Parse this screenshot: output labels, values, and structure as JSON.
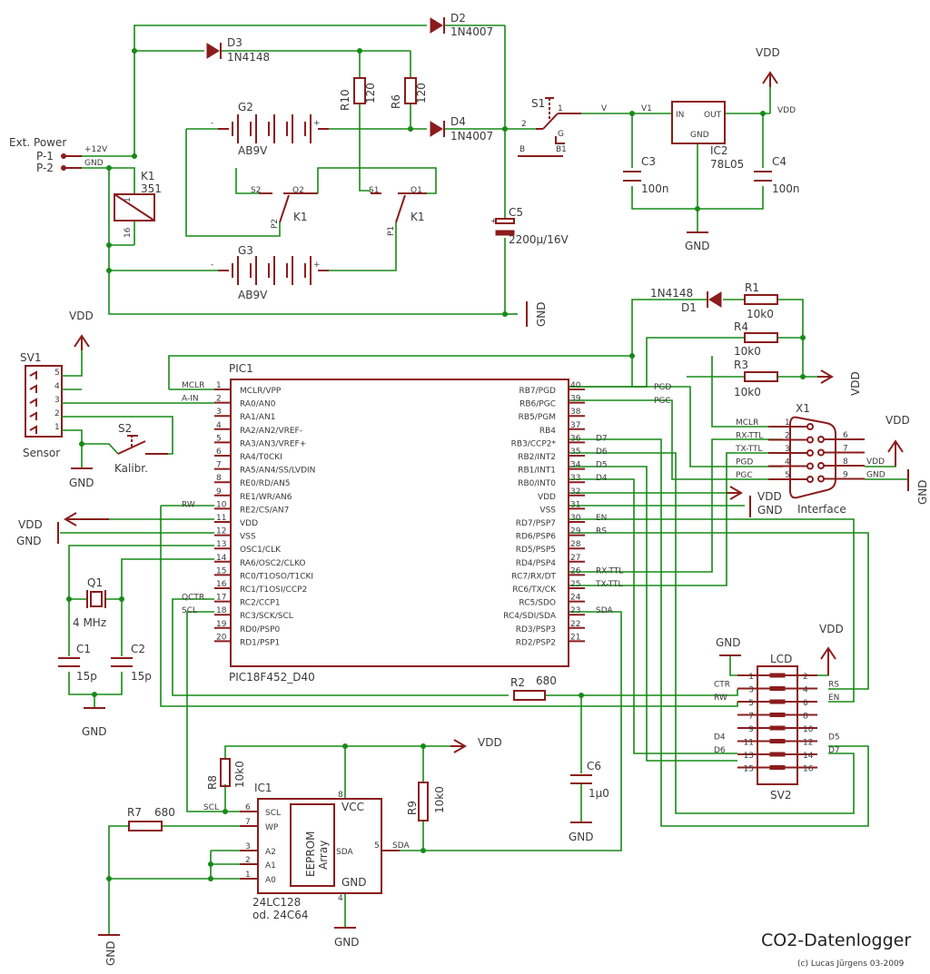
{
  "title": "CO2-Datenlogger",
  "copyright": "(c) Lucas Jürgens 03-2009",
  "power": {
    "header": "Ext. Power",
    "p1": "P-1",
    "p2": "P-2",
    "n12": "+12V",
    "ngnd": "GND"
  },
  "relay": {
    "name": "K1",
    "value": "351",
    "pin1": "1",
    "pin16": "16",
    "s2": "S2",
    "o2": "O2",
    "p2": "P2",
    "s1": "S1",
    "o1": "O1",
    "p1": "P1"
  },
  "diodes": {
    "d2": "D2",
    "d2v": "1N4007",
    "d3": "D3",
    "d3v": "1N4148",
    "d4": "D4",
    "d4v": "1N4007",
    "d1": "D1",
    "d1v": "1N4148"
  },
  "batteries": {
    "g2": "G2",
    "g3": "G3",
    "value": "AB9V"
  },
  "resistors": {
    "r10": "R10",
    "r6": "R6",
    "r120": "120",
    "r1": "R1",
    "r4": "R4",
    "r3": "R3",
    "r10k": "10k0",
    "r2": "R2",
    "r2v": "680",
    "r7": "R7",
    "r7v": "680",
    "r8": "R8",
    "r9": "R9"
  },
  "caps": {
    "c5": "C5",
    "c5v": "2200µ/16V",
    "c3": "C3",
    "c4": "C4",
    "c100n": "100n",
    "c1": "C1",
    "c2": "C2",
    "c15p": "15p",
    "c6": "C6",
    "c6v": "1µ0"
  },
  "switches": {
    "s1": "S1",
    "s2": "S2",
    "kalibr": "Kalibr.",
    "s1p2": "2",
    "s1p1": "1",
    "s1b": "B",
    "s1b1": "B1",
    "s1g": "G"
  },
  "regulator": {
    "name": "IC2",
    "value": "78L05",
    "in": "IN",
    "out": "OUT",
    "gnd": "GND",
    "v": "V",
    "v1": "V1"
  },
  "rails": {
    "vdd": "VDD",
    "gnd": "GND"
  },
  "sensor": {
    "name": "SV1",
    "label": "Sensor",
    "pins": [
      "5",
      "4",
      "3",
      "2",
      "1"
    ]
  },
  "crystal": {
    "name": "Q1",
    "value": "4 MHz"
  },
  "pic": {
    "name": "PIC1",
    "part": "PIC18F452_D40",
    "left": [
      {
        "n": "1",
        "f": "MCLR/VPP",
        "net": "MCLR"
      },
      {
        "n": "2",
        "f": "RA0/AN0",
        "net": "A-IN"
      },
      {
        "n": "3",
        "f": "RA1/AN1",
        "net": ""
      },
      {
        "n": "4",
        "f": "RA2/AN2/VREF-",
        "net": ""
      },
      {
        "n": "5",
        "f": "RA3/AN3/VREF+",
        "net": ""
      },
      {
        "n": "6",
        "f": "RA4/T0CKI",
        "net": ""
      },
      {
        "n": "7",
        "f": "RA5/AN4/SS/LVDIN",
        "net": ""
      },
      {
        "n": "8",
        "f": "RE0/RD/AN5",
        "net": ""
      },
      {
        "n": "9",
        "f": "RE1/WR/AN6",
        "net": ""
      },
      {
        "n": "10",
        "f": "RE2/CS/AN7",
        "net": "RW"
      },
      {
        "n": "11",
        "f": "VDD",
        "net": ""
      },
      {
        "n": "12",
        "f": "VSS",
        "net": ""
      },
      {
        "n": "13",
        "f": "OSC1/CLK",
        "net": ""
      },
      {
        "n": "14",
        "f": "RA6/OSC2/CLKO",
        "net": ""
      },
      {
        "n": "15",
        "f": "RC0/T1OSO/T1CKI",
        "net": ""
      },
      {
        "n": "16",
        "f": "RC1/T1OSI/CCP2",
        "net": ""
      },
      {
        "n": "17",
        "f": "RC2/CCP1",
        "net": "QCTR"
      },
      {
        "n": "18",
        "f": "RC3/SCK/SCL",
        "net": "SCL"
      },
      {
        "n": "19",
        "f": "RD0/PSP0",
        "net": ""
      },
      {
        "n": "20",
        "f": "RD1/PSP1",
        "net": ""
      }
    ],
    "right": [
      {
        "n": "40",
        "f": "RB7/PGD",
        "net": ""
      },
      {
        "n": "39",
        "f": "RB6/PGC",
        "net": ""
      },
      {
        "n": "38",
        "f": "RB5/PGM",
        "net": ""
      },
      {
        "n": "37",
        "f": "RB4",
        "net": ""
      },
      {
        "n": "36",
        "f": "RB3/CCP2*",
        "net": "D7"
      },
      {
        "n": "35",
        "f": "RB2/INT2",
        "net": "D6"
      },
      {
        "n": "34",
        "f": "RB1/INT1",
        "net": "D5"
      },
      {
        "n": "33",
        "f": "RB0/INT0",
        "net": "D4"
      },
      {
        "n": "32",
        "f": "VDD",
        "net": ""
      },
      {
        "n": "31",
        "f": "VSS",
        "net": ""
      },
      {
        "n": "30",
        "f": "RD7/PSP7",
        "net": "EN"
      },
      {
        "n": "29",
        "f": "RD6/PSP6",
        "net": "RS"
      },
      {
        "n": "28",
        "f": "RD5/PSP5",
        "net": ""
      },
      {
        "n": "27",
        "f": "RD4/PSP4",
        "net": ""
      },
      {
        "n": "26",
        "f": "RC7/RX/DT",
        "net": "RX-TTL"
      },
      {
        "n": "25",
        "f": "RC6/TX/CK",
        "net": "TX-TTL"
      },
      {
        "n": "24",
        "f": "RC5/SDO",
        "net": ""
      },
      {
        "n": "23",
        "f": "RC4/SDI/SDA",
        "net": "SDA"
      },
      {
        "n": "22",
        "f": "RD3/PSP3",
        "net": ""
      },
      {
        "n": "21",
        "f": "RD2/PSP2",
        "net": ""
      }
    ]
  },
  "x1": {
    "name": "X1",
    "label": "Interface",
    "left": [
      {
        "n": "1",
        "net": "MCLR"
      },
      {
        "n": "2",
        "net": "RX-TTL"
      },
      {
        "n": "3",
        "net": "TX-TTL"
      },
      {
        "n": "4",
        "net": "PGD"
      },
      {
        "n": "5",
        "net": "PGC"
      }
    ],
    "right": [
      {
        "n": "6",
        "net": ""
      },
      {
        "n": "7",
        "net": ""
      },
      {
        "n": "8",
        "net": "VDD"
      },
      {
        "n": "9",
        "net": "GND"
      }
    ],
    "pgd": "PGD",
    "pgc": "PGC"
  },
  "lcd": {
    "name": "LCD",
    "conn": "SV2",
    "left": [
      {
        "n": "1",
        "net": ""
      },
      {
        "n": "3",
        "net": "CTR"
      },
      {
        "n": "5",
        "net": "RW"
      },
      {
        "n": "7",
        "net": ""
      },
      {
        "n": "9",
        "net": ""
      },
      {
        "n": "11",
        "net": "D4"
      },
      {
        "n": "13",
        "net": "D6"
      },
      {
        "n": "15",
        "net": ""
      }
    ],
    "right": [
      {
        "n": "2",
        "net": ""
      },
      {
        "n": "4",
        "net": "RS"
      },
      {
        "n": "6",
        "net": "EN"
      },
      {
        "n": "8",
        "net": ""
      },
      {
        "n": "10",
        "net": ""
      },
      {
        "n": "12",
        "net": "D5"
      },
      {
        "n": "14",
        "net": "D7"
      },
      {
        "n": "16",
        "net": ""
      }
    ]
  },
  "eeprom": {
    "name": "IC1",
    "part": "24LC128",
    "alt": "od. 24C64",
    "array1": "EEPROM",
    "array2": "Array",
    "vcc": "VCC",
    "gnd": "GND",
    "pin8": "8",
    "pin4": "4",
    "left": [
      {
        "n": "6",
        "f": "SCL",
        "net": "SCL"
      },
      {
        "n": "7",
        "f": "WP",
        "net": ""
      },
      {
        "n": "3",
        "f": "A2",
        "net": ""
      },
      {
        "n": "2",
        "f": "A1",
        "net": ""
      },
      {
        "n": "1",
        "f": "A0",
        "net": ""
      }
    ],
    "sda": {
      "n": "5",
      "f": "SDA",
      "net": "SDA"
    }
  }
}
